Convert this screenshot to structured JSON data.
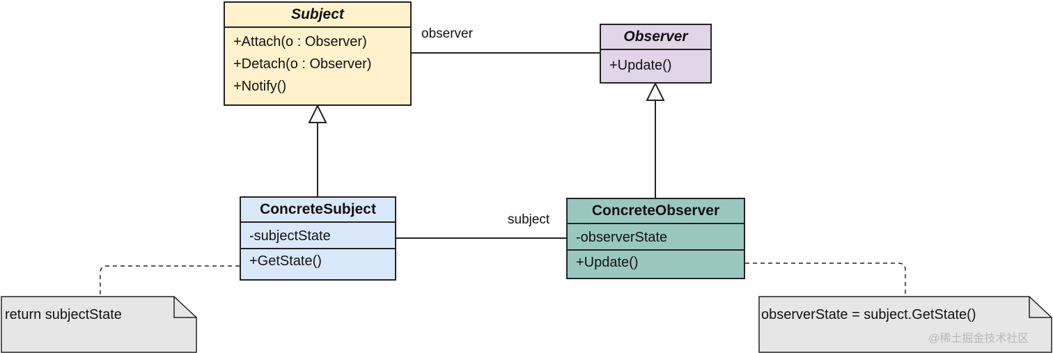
{
  "colors": {
    "subject_fill": "#fff2cc",
    "observer_fill": "#e1d5e7",
    "concrete_subject_fill": "#dae8fc",
    "concrete_observer_fill": "#9ac7bf",
    "note_fill": "#e6e6e6",
    "line": "#222222"
  },
  "classes": {
    "subject": {
      "name": "Subject",
      "methods": [
        "+Attach(o : Observer)",
        "+Detach(o : Observer)",
        "+Notify()"
      ]
    },
    "observer": {
      "name": "Observer",
      "methods": [
        "+Update()"
      ]
    },
    "concrete_subject": {
      "name": "ConcreteSubject",
      "attributes": [
        "-subjectState"
      ],
      "methods": [
        "+GetState()"
      ]
    },
    "concrete_observer": {
      "name": "ConcreteObserver",
      "attributes": [
        "-observerState"
      ],
      "methods": [
        "+Update()"
      ]
    }
  },
  "associations": {
    "observer_label": "observer",
    "subject_label": "subject"
  },
  "notes": {
    "left": "return subjectState",
    "right": "observerState = subject.GetState()"
  },
  "watermark": "@稀土掘金技术社区"
}
